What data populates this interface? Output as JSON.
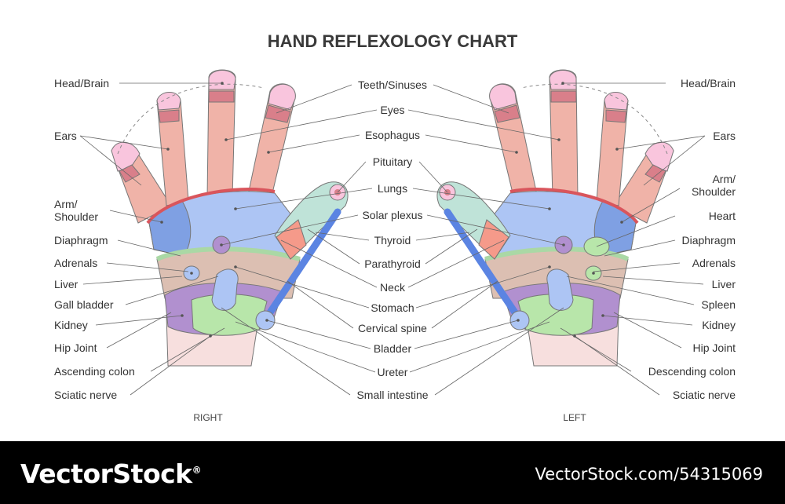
{
  "title": "HAND REFLEXOLOGY CHART",
  "hands": {
    "right": "RIGHT",
    "left": "LEFT"
  },
  "labels": {
    "left_side": [
      "Head/Brain",
      "Ears",
      "Arm/",
      "Shoulder",
      "Diaphragm",
      "Adrenals",
      "Liver",
      "Gall bladder",
      "Kidney",
      "Hip Joint",
      "Ascending colon",
      "Sciatic nerve"
    ],
    "center": [
      "Teeth/Sinuses",
      "Eyes",
      "Esophagus",
      "Pituitary",
      "Lungs",
      "Solar plexus",
      "Thyroid",
      "Parathyroid",
      "Neck",
      "Stomach",
      "Cervical spine",
      "Bladder",
      "Ureter",
      "Small intestine"
    ],
    "right_side": [
      "Head/Brain",
      "Ears",
      "Arm/",
      "Shoulder",
      "Heart",
      "Diaphragm",
      "Adrenals",
      "Liver",
      "Spleen",
      "Kidney",
      "Hip Joint",
      "Descending colon",
      "Sciatic nerve"
    ]
  },
  "colors": {
    "fingertip": "#f9c5dd",
    "finger_band": "#d97f8a",
    "finger": "#f0b3a8",
    "lungs_region": "#adc5f4",
    "shoulder": "#7fa0e3",
    "stomach": "#dcbfb2",
    "spine": "#5b84e2",
    "kidney": "#b190cf",
    "intestine": "#b8e6aa",
    "wrist": "#f7dfde",
    "thyroid": "#bfe3d8",
    "neck": "#f59a8a"
  },
  "footer": {
    "logo": "VectorStock",
    "logo_mark": "®",
    "url": "VectorStock.com/54315069"
  }
}
